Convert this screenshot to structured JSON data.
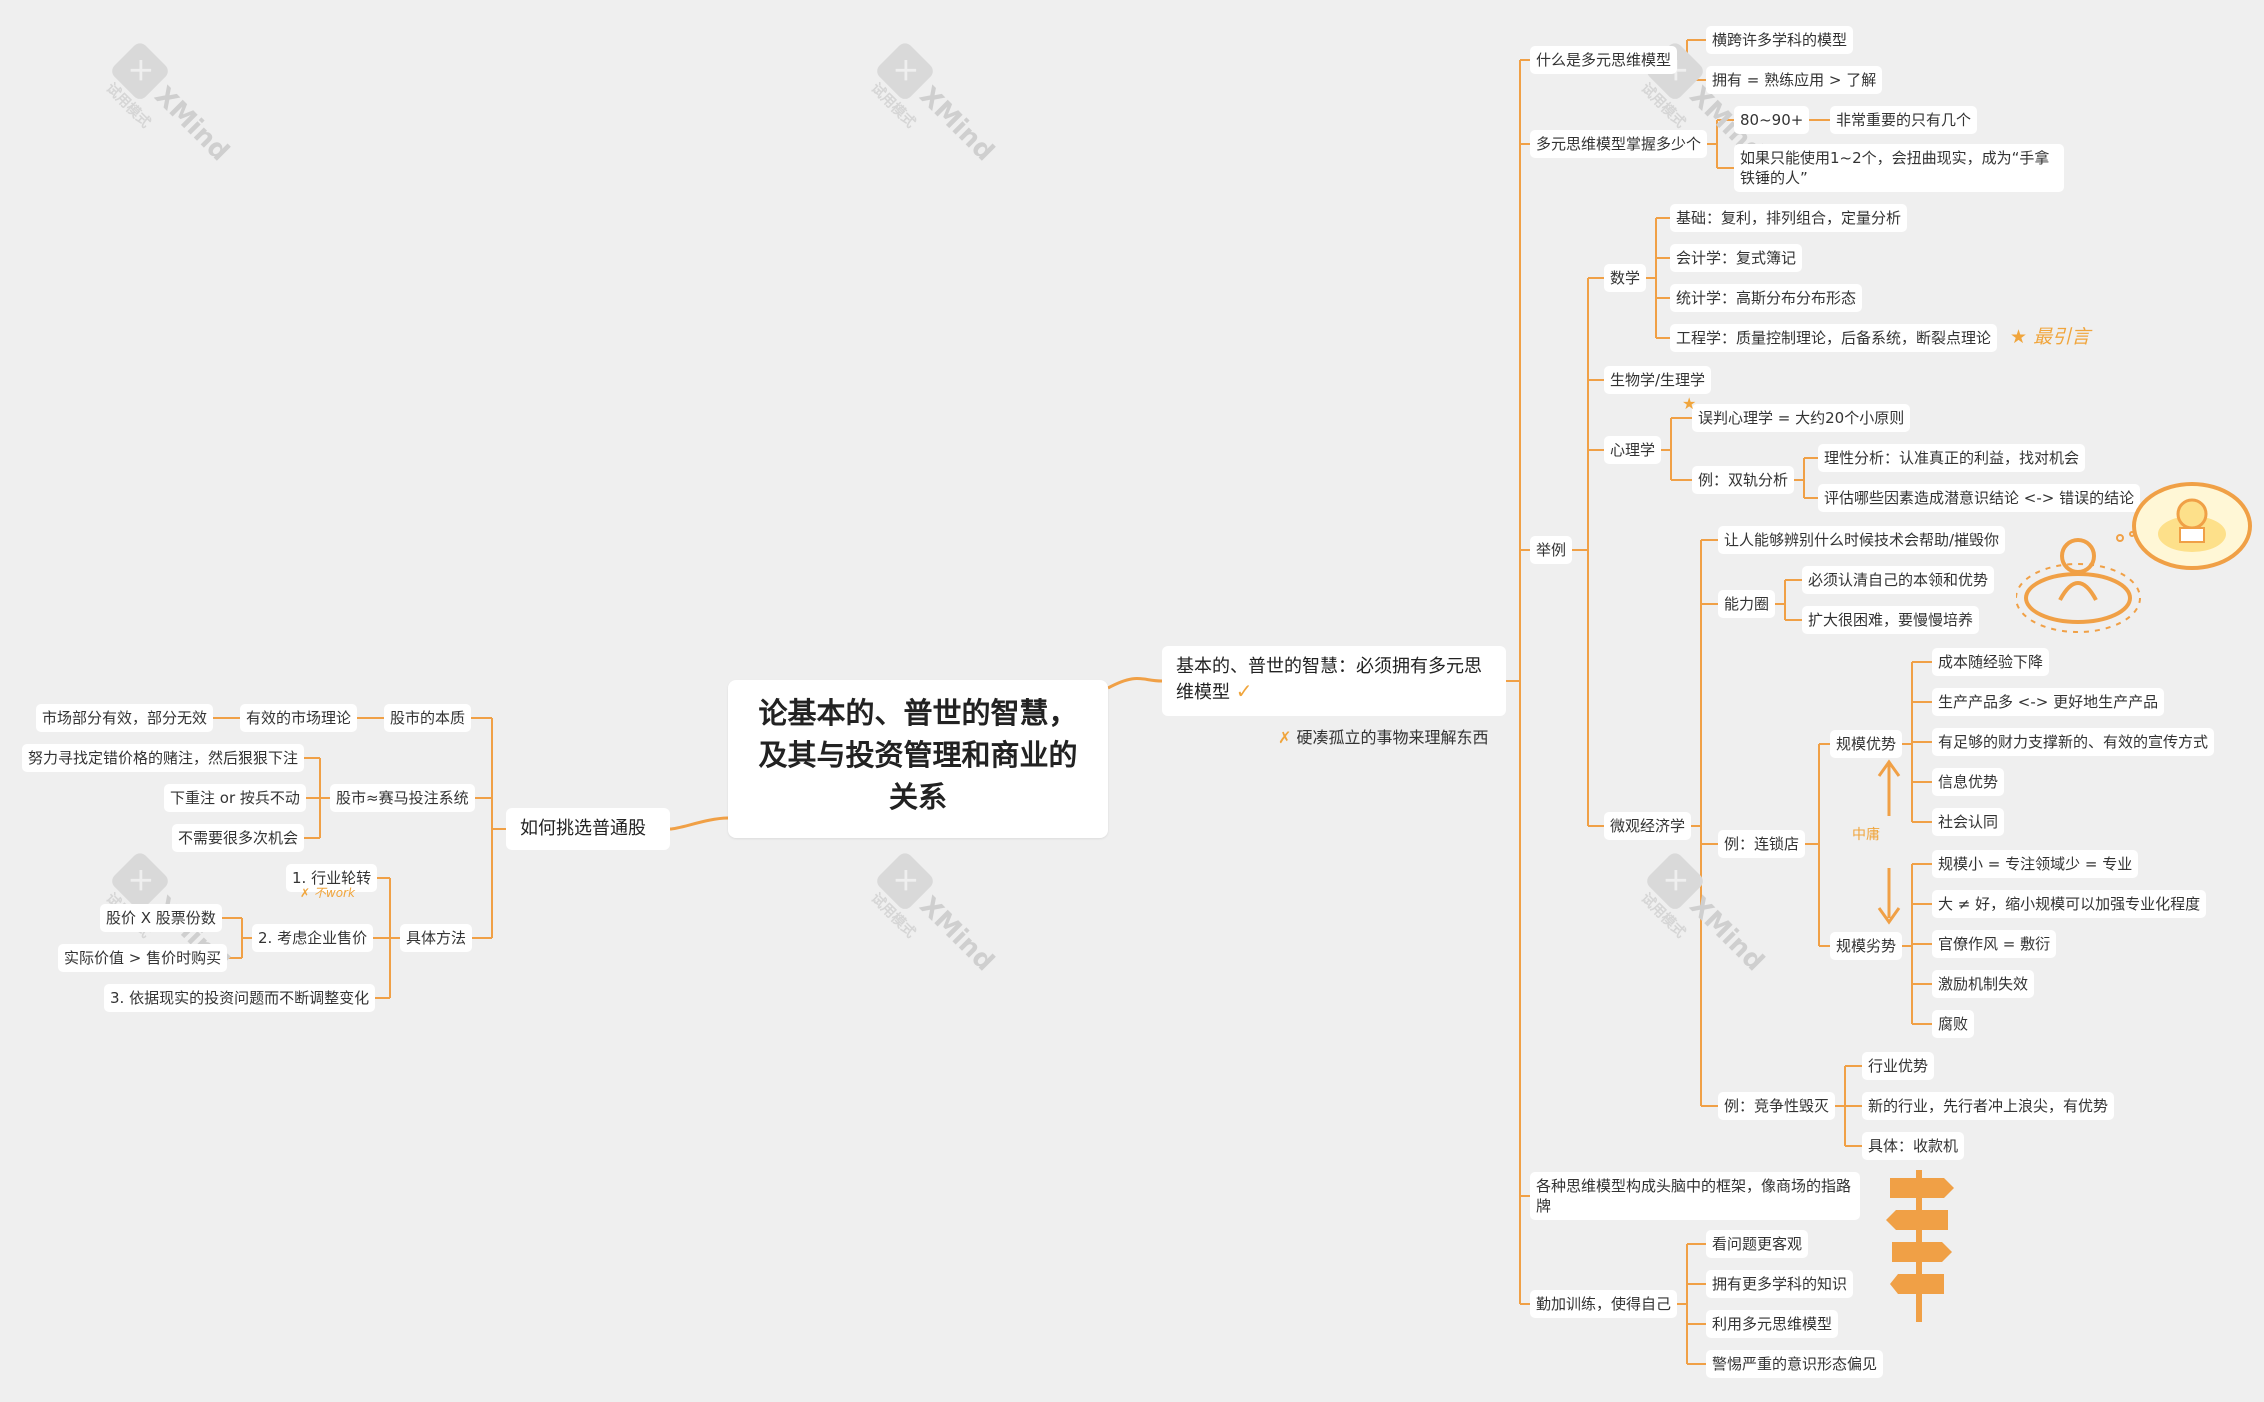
{
  "colors": {
    "line": "#f0a046",
    "background": "#efefef",
    "accent": "#f0a53c"
  },
  "watermark": {
    "brand": "XMind",
    "subtitle": "试用模式"
  },
  "central": "论基本的、普世的智慧，及其与投资管理和商业的关系",
  "right_main": "基本的、普世的智慧：必须拥有多元思维模型",
  "right_main_note": "硬凑孤立的事物来理解东西",
  "left_main": "如何挑选普通股",
  "r1": {
    "label": "什么是多元思维模型",
    "children": [
      "横跨许多学科的模型",
      "拥有 = 熟练应用 > 了解"
    ]
  },
  "r2": {
    "label": "多元思维模型掌握多少个",
    "a": "80~90+",
    "a_child": "非常重要的只有几个",
    "b": "如果只能使用1~2个，会扭曲现实，成为“手拿铁锤的人”"
  },
  "r3": {
    "label": "举例",
    "math": "数学",
    "math_children": [
      "基础：复利，排列组合，定量分析",
      "会计学：复式簿记",
      "统计学：高斯分布分布形态",
      "工程学：质量控制理论，后备系统，断裂点理论"
    ],
    "math_note": "最引言",
    "bio": "生物学/生理学",
    "psy": "心理学",
    "psy_a": "误判心理学 = 大约20个小原则",
    "psy_b": "例：双轨分析",
    "psy_b_children": [
      "理性分析：认准真正的利益，找对机会",
      "评估哪些因素造成潜意识结论 <-> 错误的结论"
    ],
    "micro": "微观经济学",
    "micro_a": "让人能够辨别什么时候技术会帮助/摧毁你",
    "micro_b": "能力圈",
    "micro_b_children": [
      "必须认清自己的本领和优势",
      "扩大很困难，要慢慢培养"
    ],
    "chain": "例：连锁店",
    "adv": "规模优势",
    "adv_children": [
      "成本随经验下降",
      "生产产品多 <-> 更好地生产产品",
      "有足够的财力支撑新的、有效的宣传方式",
      "信息优势",
      "社会认同"
    ],
    "mid_label": "中庸",
    "disadv": "规模劣势",
    "disadv_children": [
      "规模小 = 专注领域少 = 专业",
      "大 ≠ 好，缩小规模可以加强专业化程度",
      "官僚作风 = 敷衍",
      "激励机制失效",
      "腐败"
    ],
    "comp": "例：竞争性毁灭",
    "comp_children": [
      "行业优势",
      "新的行业，先行者冲上浪尖，有优势",
      "具体：收款机"
    ]
  },
  "r4": {
    "label": "各种思维模型构成头脑中的框架，像商场的指路牌"
  },
  "r5": {
    "label": "勤加训练，使得自己",
    "children": [
      "看问题更客观",
      "拥有更多学科的知识",
      "利用多元思维模型",
      "警惕严重的意识形态偏见"
    ]
  },
  "l1": {
    "label": "股市的本质",
    "child": "有效的市场理论",
    "grandchild": "市场部分有效，部分无效"
  },
  "l2": {
    "label": "股市≈赛马投注系统",
    "children": [
      "努力寻找定错价格的赌注，然后狠狠下注",
      "下重注 or 按兵不动",
      "不需要很多次机会"
    ]
  },
  "l3": {
    "label": "具体方法",
    "a": "1. 行业轮转",
    "a_note": "不work",
    "b": "2. 考虑企业售价",
    "b_children": [
      "股价 X 股票份数",
      "实际价值 > 售价时购买"
    ],
    "c": "3. 依据现实的投资问题而不断调整变化"
  }
}
